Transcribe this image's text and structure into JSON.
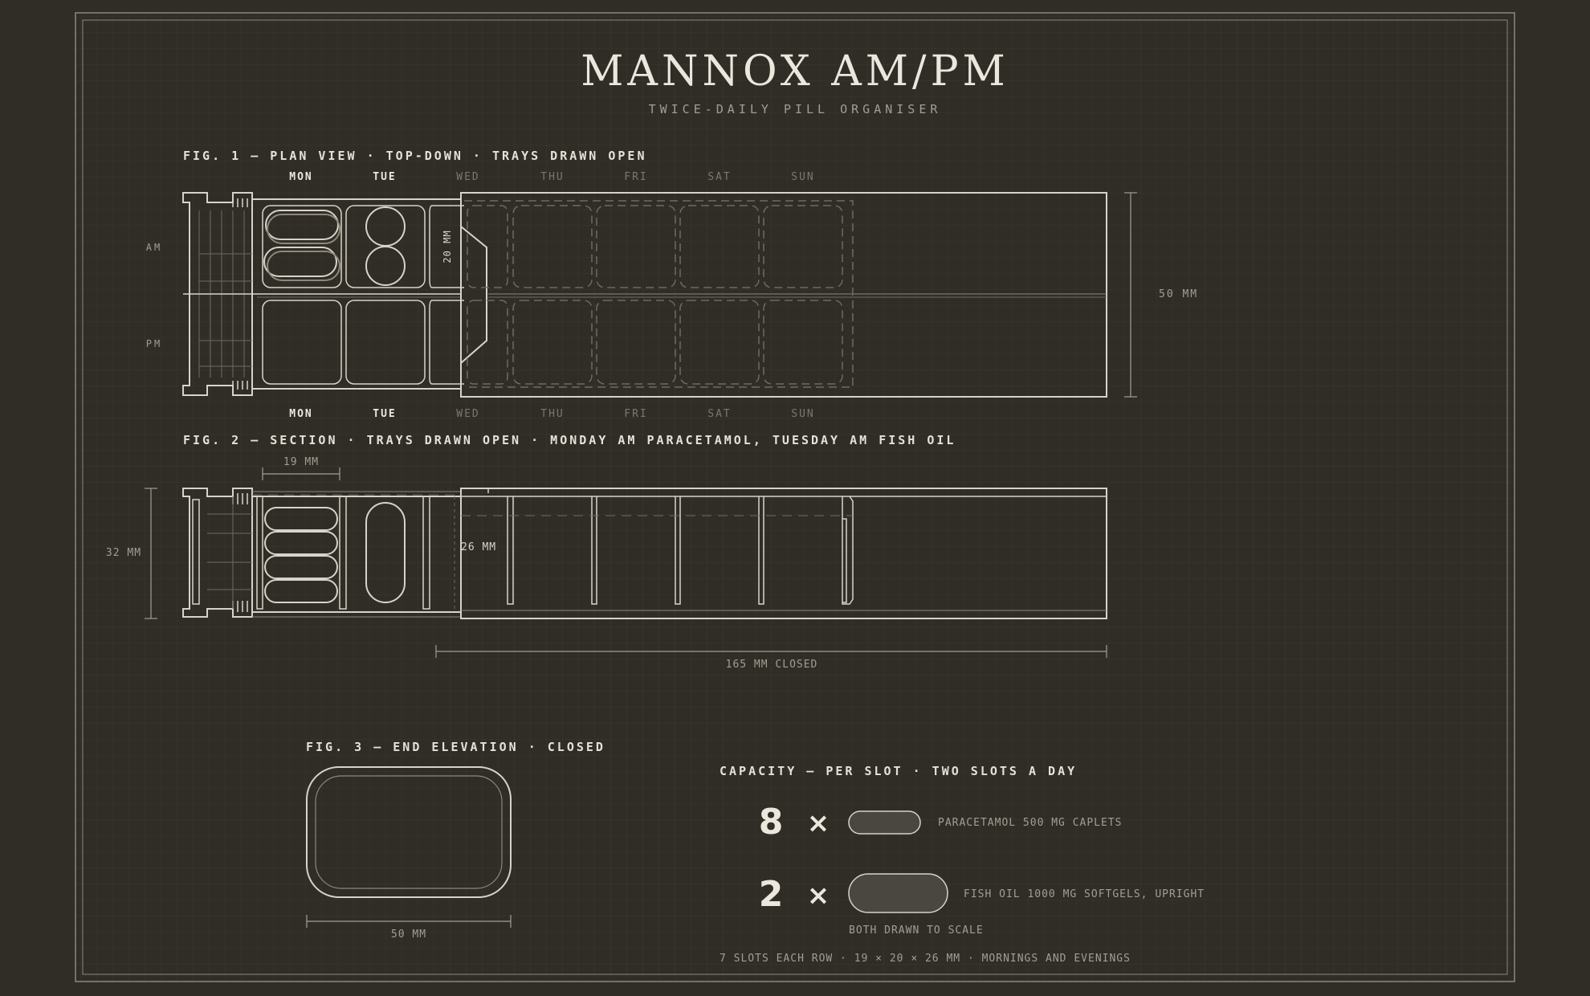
{
  "header": {
    "title": "MANNOX AM/PM",
    "subtitle": "TWICE-DAILY PILL ORGANISER"
  },
  "fig1": {
    "caption": "FIG. 1 — PLAN VIEW · TOP-DOWN · TRAYS DRAWN OPEN",
    "days": [
      "MON",
      "TUE",
      "WED",
      "THU",
      "FRI",
      "SAT",
      "SUN"
    ],
    "row_labels": [
      "AM",
      "PM"
    ],
    "dim_slot": "20 MM",
    "dim_height": "50 MM"
  },
  "fig2": {
    "caption": "FIG. 2 — SECTION · TRAYS DRAWN OPEN · MONDAY AM PARACETAMOL, TUESDAY AM FISH OIL",
    "dim_slot": "19 MM",
    "dim_height": "32 MM",
    "dim_depth": "26 MM",
    "dim_length": "165 MM CLOSED"
  },
  "fig3": {
    "caption": "FIG. 3 — END ELEVATION · CLOSED",
    "dim_width": "50 MM"
  },
  "capacity": {
    "title": "CAPACITY — PER SLOT · TWO SLOTS A DAY",
    "items": [
      {
        "count": "8",
        "times": "×",
        "label": "PARACETAMOL 500 MG CAPLETS"
      },
      {
        "count": "2",
        "times": "×",
        "label": "FISH OIL 1000 MG SOFTGELS, UPRIGHT"
      }
    ],
    "scale_note": "BOTH DRAWN TO SCALE",
    "footer": "7 SLOTS EACH ROW · 19 × 20 × 26 MM · MORNINGS AND EVENINGS"
  },
  "colors": {
    "background": "#302d27",
    "line": "#d8d3c8",
    "faint": "#7d776b"
  }
}
